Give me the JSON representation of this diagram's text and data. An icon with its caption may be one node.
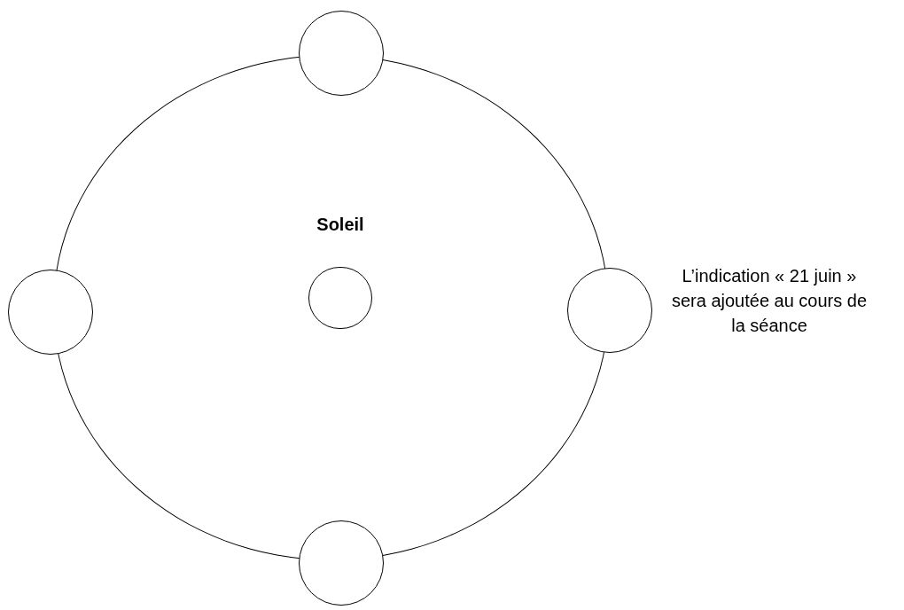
{
  "diagram": {
    "nodes": [
      {
        "text": [],
        "shape": "ellipse"
      },
      {
        "text": [],
        "shape": "circle"
      },
      {
        "text": [
          "Soleil"
        ],
        "in": 0
      },
      {
        "text": [],
        "shape": "circle"
      },
      {
        "text": [],
        "shape": "circle",
        "beside": [
          "L’indication « 21 juin » sera ajoutée au cours de la séance"
        ]
      },
      {
        "text": [],
        "shape": "circle"
      }
    ]
  }
}
